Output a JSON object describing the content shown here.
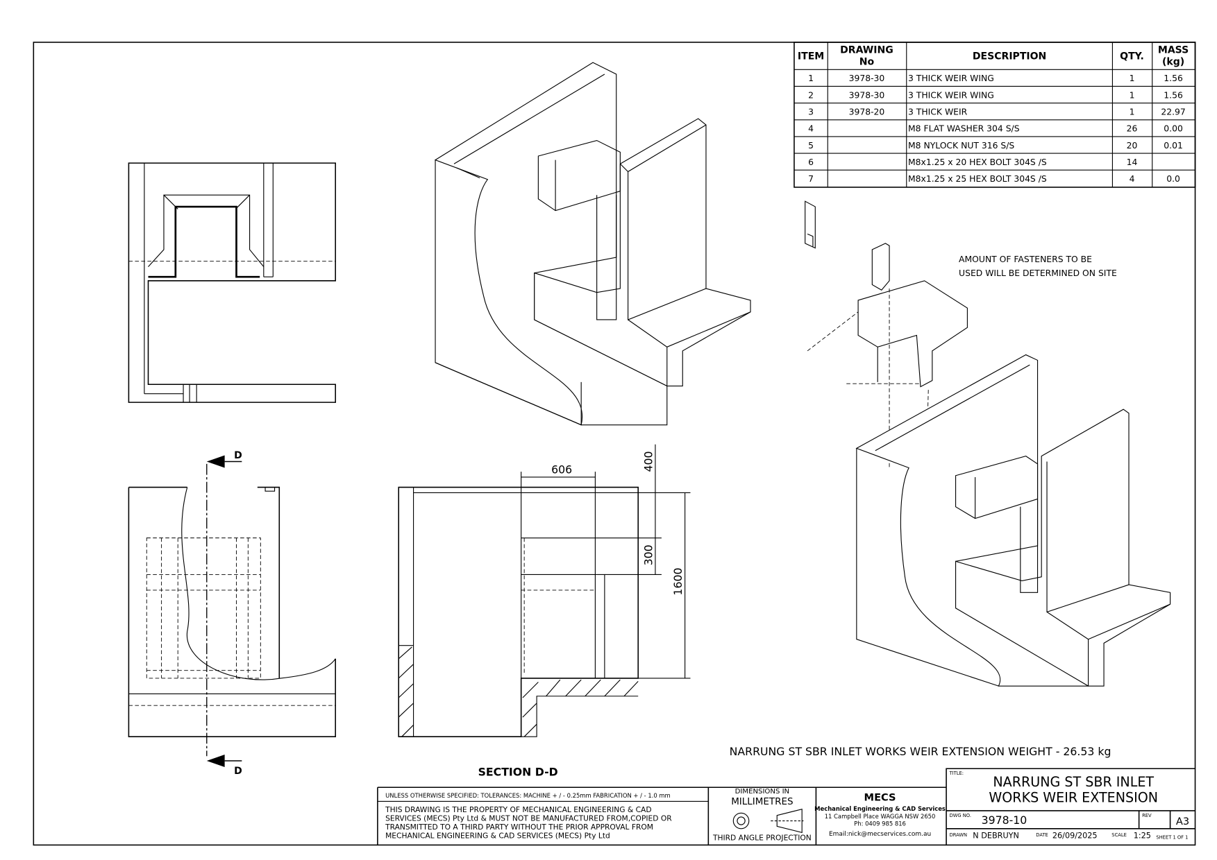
{
  "bom": {
    "headers": {
      "item": "ITEM",
      "drawing_line1": "DRAWING",
      "drawing_line2": "No",
      "description": "DESCRIPTION",
      "qty": "QTY.",
      "mass_line1": "MASS",
      "mass_line2": "(kg)"
    },
    "rows": [
      {
        "item": "1",
        "drawing": "3978-30",
        "description": "3 THICK WEIR WING",
        "qty": "1",
        "mass": "1.56"
      },
      {
        "item": "2",
        "drawing": "3978-30",
        "description": "3 THICK WEIR WING",
        "qty": "1",
        "mass": "1.56"
      },
      {
        "item": "3",
        "drawing": "3978-20",
        "description": "3 THICK WEIR",
        "qty": "1",
        "mass": "22.97"
      },
      {
        "item": "4",
        "drawing": "",
        "description": "M8 FLAT WASHER 304 S/S",
        "qty": "26",
        "mass": "0.00"
      },
      {
        "item": "5",
        "drawing": "",
        "description": "M8 NYLOCK NUT 316 S/S",
        "qty": "20",
        "mass": "0.01"
      },
      {
        "item": "6",
        "drawing": "",
        "description": "M8x1.25 x 20 HEX BOLT 304S /S",
        "qty": "14",
        "mass": ""
      },
      {
        "item": "7",
        "drawing": "",
        "description": "M8x1.25 x 25 HEX BOLT 304S /S",
        "qty": "4",
        "mass": "0.0"
      }
    ]
  },
  "notes": {
    "fasteners_line1": "AMOUNT OF FASTENERS TO BE",
    "fasteners_line2": "USED WILL BE DETERMINED ON SITE",
    "weight": "NARRUNG ST SBR INLET WORKS WEIR EXTENSION WEIGHT -  26.53 kg"
  },
  "dimensions": {
    "width": "606",
    "top": "400",
    "middle": "300",
    "height": "1600"
  },
  "section": {
    "marker": "D",
    "label": "SECTION D-D"
  },
  "title_block": {
    "tolerances": "UNLESS OTHERWISE SPECIFIED: TOLERANCES: MACHINE + / - 0.25mm  FABRICATION + / - 1.0 mm",
    "property_lines": [
      "THIS DRAWING IS THE PROPERTY OF MECHANICAL ENGINEERING & CAD",
      "SERVICES (MECS) Pty Ltd & MUST NOT BE MANUFACTURED FROM,COPIED OR",
      "TRANSMITTED TO A THIRD PARTY WITHOUT THE PRIOR APPROVAL FROM",
      "MECHANICAL ENGINEERING & CAD SERVICES (MECS) Pty Ltd"
    ],
    "dims_in": "DIMENSIONS IN",
    "units": "MILLIMETRES",
    "projection": "THIRD ANGLE PROJECTION",
    "company_logo": "MECS",
    "company_name": "Mechanical Engineering & CAD Services",
    "address": "11 Campbell Place WAGGA NSW 2650",
    "phone": "Ph: 0409 985 816",
    "email": "Email:nick@mecservices.com.au",
    "title_label": "TITLE:",
    "title_line1": "NARRUNG ST SBR INLET",
    "title_line2": "WORKS WEIR EXTENSION",
    "dwg_no_label": "DWG NO.",
    "dwg_no": "3978-10",
    "rev_label": "REV",
    "size": "A3",
    "drawn_label": "DRAWN",
    "drawn_by": "N DEBRUYN",
    "date_label": "DATE",
    "date": "26/09/2025",
    "scale_label": "SCALE",
    "scale": "1:25",
    "sheet": "SHEET 1 OF 1"
  }
}
